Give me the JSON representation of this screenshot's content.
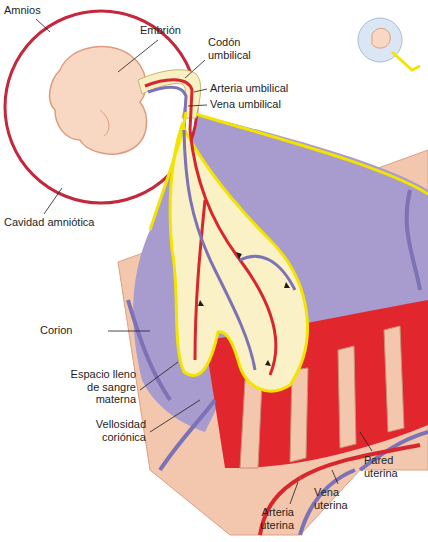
{
  "diagram": {
    "labels": [
      "Amnios",
      "Embrión",
      "Codón umbilical",
      "Arteria umbilical",
      "Vena umbilical",
      "Cavidad amniótica",
      "Corion",
      "Espacio lleno de sangre materna",
      "Vellosidad coriónica",
      "Pared uterina",
      "Vena uterina",
      "Arteria uterina"
    ]
  }
}
